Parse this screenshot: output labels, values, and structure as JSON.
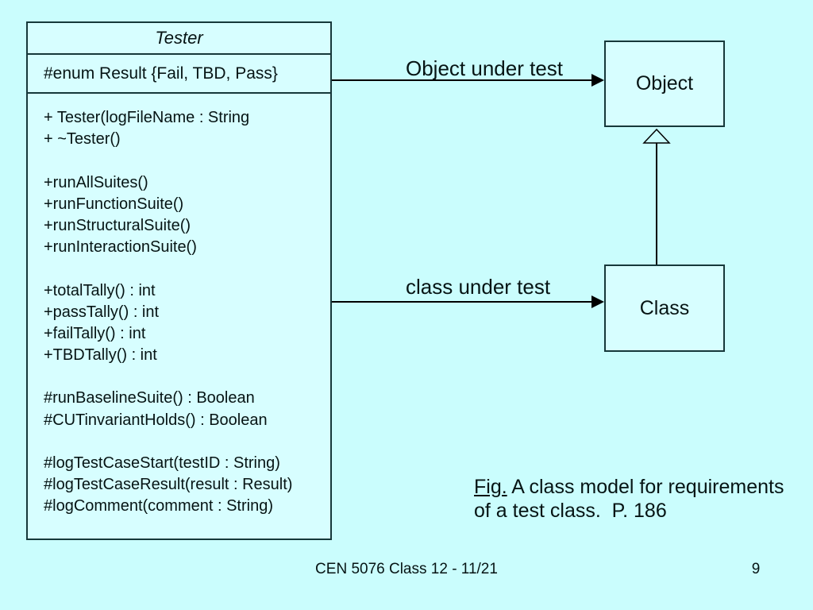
{
  "diagram": {
    "tester": {
      "title": "Tester",
      "attribute": "#enum Result {Fail, TBD, Pass}",
      "methods": [
        "+ Tester(logFileName : String",
        "+ ~Tester()",
        "",
        "+runAllSuites()",
        "+runFunctionSuite()",
        "+runStructuralSuite()",
        "+runInteractionSuite()",
        "",
        "+totalTally() : int",
        "+passTally() : int",
        "+failTally() : int",
        "+TBDTally() : int",
        "",
        "#runBaselineSuite() : Boolean",
        "#CUTinvariantHolds() : Boolean",
        "",
        "#logTestCaseStart(testID : String)",
        "#logTestCaseResult(result : Result)",
        "#logComment(comment : String)"
      ]
    },
    "object_box_label": "Object",
    "class_box_label": "Class",
    "object_association_label": "Object under test",
    "class_association_label": "class under test",
    "icons": {
      "filled_arrowhead": "association arrow (filled triangle)",
      "hollow_triangle": "generalization arrow (hollow triangle)"
    }
  },
  "caption": {
    "fig": "Fig.",
    "line1": " A class model for requirements",
    "line2": "of a test class.  P. 186"
  },
  "footer": {
    "left": "CEN 5076 Class 12 - 11/21",
    "page": "9"
  },
  "colors": {
    "background": "#cafdfd",
    "box_fill": "#d7feff",
    "border": "#16383a",
    "line": "#000000",
    "text": "#061414"
  }
}
